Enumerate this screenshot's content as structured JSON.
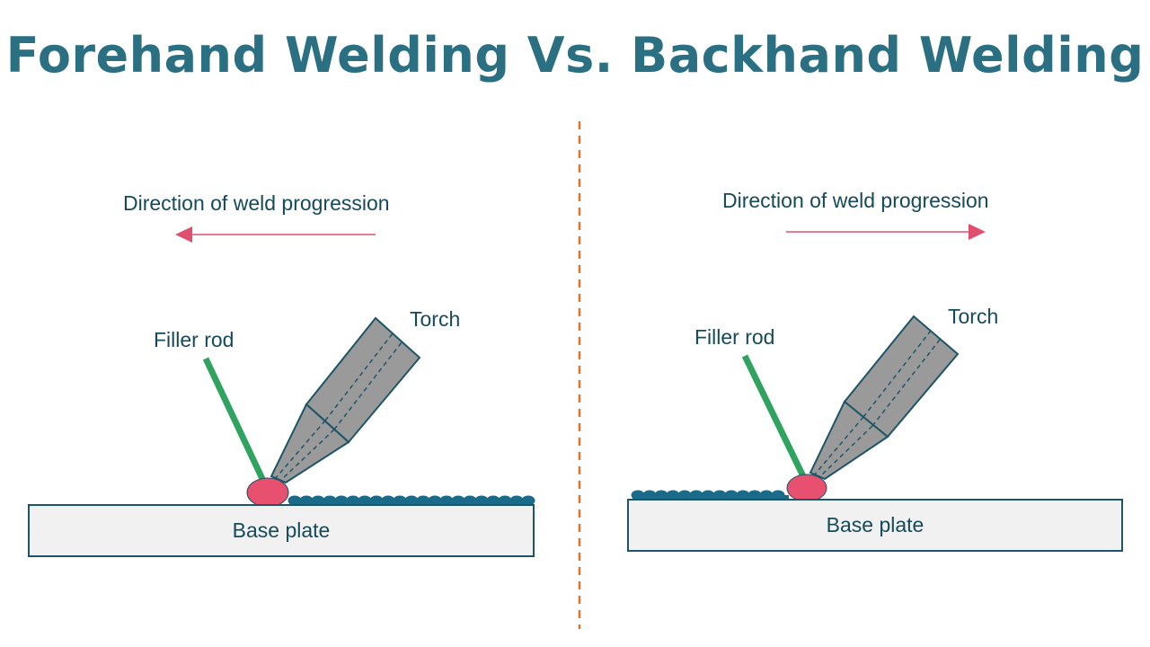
{
  "title": "Forehand Welding Vs. Backhand Welding",
  "colors": {
    "title": "#2a6f82",
    "text": "#154a5a",
    "divider": "#e0732a",
    "arrow": "#e0506e",
    "filler_rod": "#2fa35f",
    "torch_body": "#9a9a9a",
    "torch_outline": "#1d5566",
    "weld_pool": "#e8506f",
    "weld_bead": "#1a6a8a",
    "plate_fill": "#f1f1f1"
  },
  "left": {
    "direction_label": "Direction of weld progression",
    "arrow_direction": "left",
    "filler_rod_label": "Filler rod",
    "torch_label": "Torch",
    "base_plate_label": "Base plate",
    "bead_side": "right"
  },
  "right": {
    "direction_label": "Direction of weld progression",
    "arrow_direction": "right",
    "filler_rod_label": "Filler rod",
    "torch_label": "Torch",
    "base_plate_label": "Base plate",
    "bead_side": "left"
  }
}
